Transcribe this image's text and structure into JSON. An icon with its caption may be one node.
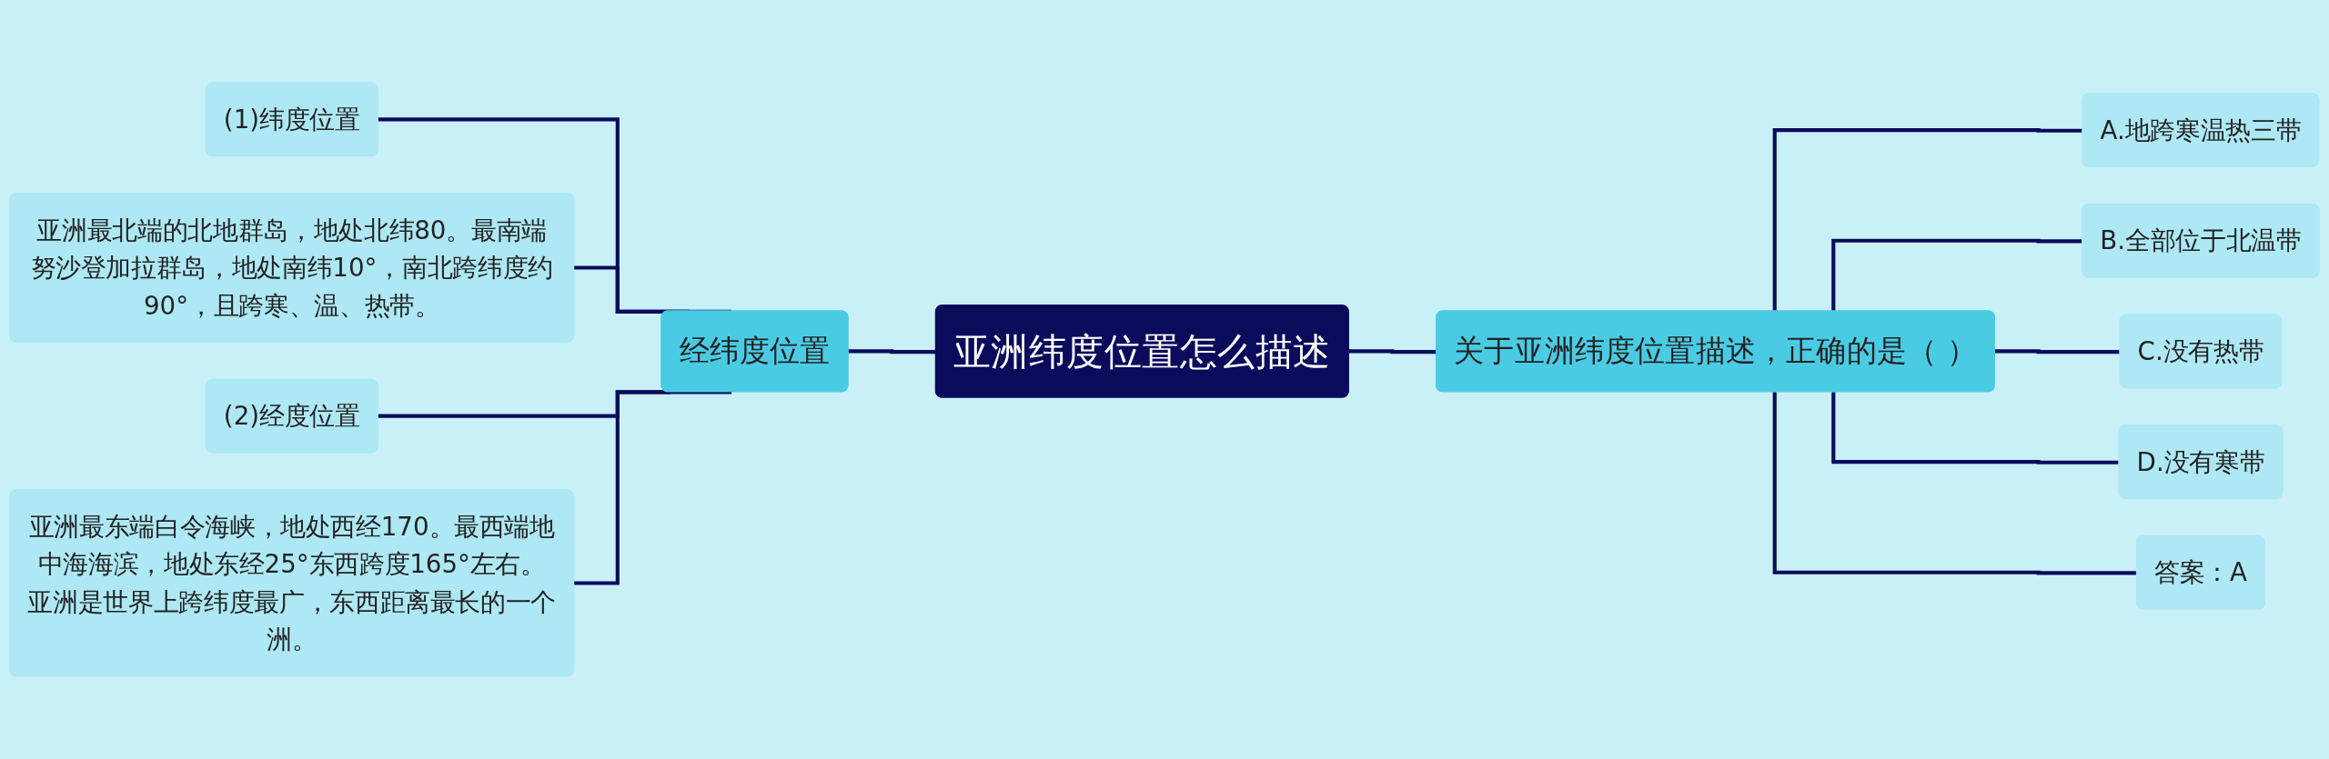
{
  "diagram": {
    "nodes": [
      {
        "text": [
          "亚洲纬度位置怎么描述"
        ]
      },
      {
        "text": [
          "经纬度位置"
        ]
      },
      {
        "text": [
          "(1)纬度位置"
        ]
      },
      {
        "text": [
          "亚洲最北端的北地群岛，地处北纬80。最南端努沙登加拉群岛，地处南纬10°，南北跨纬度约90°，且跨寒、温、热带。"
        ]
      },
      {
        "text": [
          "(2)经度位置"
        ]
      },
      {
        "text": [
          "亚洲最东端白令海峡，地处西经170。最西端地中海海滨，地处东经25°东西跨度165°左右。亚洲是世界上跨纬度最广，东西距离最长的一个洲。"
        ]
      },
      {
        "text": [
          "关于亚洲纬度位置描述，正确的是（ ）"
        ]
      },
      {
        "text": [
          "A.地跨寒温热三带"
        ]
      },
      {
        "text": [
          "B.全部位于北温带"
        ]
      },
      {
        "text": [
          "C.没有热带"
        ]
      },
      {
        "text": [
          "D.没有寒带"
        ]
      },
      {
        "text": [
          "答案：A"
        ]
      }
    ],
    "edges": [
      {
        "from": 1,
        "to": 0,
        "arrow": "none"
      },
      {
        "from": 2,
        "to": 1,
        "arrow": "none"
      },
      {
        "from": 3,
        "to": 1,
        "arrow": "none"
      },
      {
        "from": 4,
        "to": 1,
        "arrow": "none"
      },
      {
        "from": 5,
        "to": 1,
        "arrow": "none"
      },
      {
        "from": 0,
        "to": 6,
        "arrow": "none"
      },
      {
        "from": 6,
        "to": 7,
        "arrow": "none"
      },
      {
        "from": 6,
        "to": 8,
        "arrow": "none"
      },
      {
        "from": 6,
        "to": 9,
        "arrow": "none"
      },
      {
        "from": 6,
        "to": 10,
        "arrow": "none"
      },
      {
        "from": 6,
        "to": 11,
        "arrow": "none"
      }
    ]
  }
}
